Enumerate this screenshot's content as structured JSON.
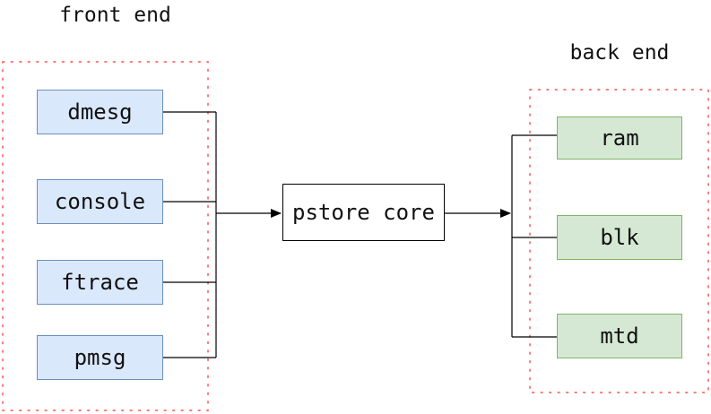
{
  "diagram": {
    "front_end": {
      "title": "front end",
      "nodes": [
        {
          "label": "dmesg"
        },
        {
          "label": "console"
        },
        {
          "label": "ftrace"
        },
        {
          "label": "pmsg"
        }
      ]
    },
    "core": {
      "label": "pstore core"
    },
    "back_end": {
      "title": "back end",
      "nodes": [
        {
          "label": "ram"
        },
        {
          "label": "blk"
        },
        {
          "label": "mtd"
        }
      ]
    }
  },
  "colors": {
    "background": "#ffffff",
    "text": "#111111",
    "front_node_fill": "#dae8fc",
    "front_node_border": "#6c8ebf",
    "back_node_fill": "#d5e8d4",
    "back_node_border": "#82b366",
    "core_fill": "#ffffff",
    "core_border": "#000000",
    "group_border": "#ff6666",
    "connector": "#000000"
  }
}
